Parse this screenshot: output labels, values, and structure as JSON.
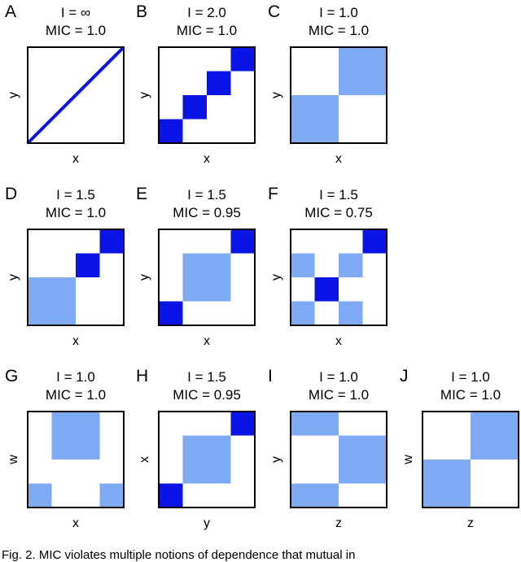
{
  "colors": {
    "dark_blue": "#0a14e6",
    "light_blue": "#7faaf4",
    "frame": "#000000"
  },
  "panels": [
    {
      "letter": "A",
      "title1": "I = ∞",
      "title2": "MIC = 1.0",
      "xlabel": "x",
      "ylabel": "y",
      "diagonal": true,
      "cells": []
    },
    {
      "letter": "B",
      "title1": "I = 2.0",
      "title2": "MIC = 1.0",
      "xlabel": "x",
      "ylabel": "y",
      "grid": 4,
      "cells": [
        {
          "col": 0,
          "row": 0,
          "tone": "dark"
        },
        {
          "col": 1,
          "row": 1,
          "tone": "dark"
        },
        {
          "col": 2,
          "row": 2,
          "tone": "dark"
        },
        {
          "col": 3,
          "row": 3,
          "tone": "dark"
        }
      ]
    },
    {
      "letter": "C",
      "title1": "I = 1.0",
      "title2": "MIC = 1.0",
      "xlabel": "x",
      "ylabel": "y",
      "grid": 2,
      "cells": [
        {
          "col": 0,
          "row": 0,
          "tone": "light"
        },
        {
          "col": 1,
          "row": 1,
          "tone": "light"
        }
      ]
    },
    {
      "letter": "D",
      "title1": "I = 1.5",
      "title2": "MIC = 1.0",
      "xlabel": "x",
      "ylabel": "y",
      "grid": 4,
      "cells": [
        {
          "col": 0,
          "row": 0,
          "w": 2,
          "h": 2,
          "tone": "light"
        },
        {
          "col": 2,
          "row": 2,
          "tone": "dark"
        },
        {
          "col": 3,
          "row": 3,
          "tone": "dark"
        }
      ]
    },
    {
      "letter": "E",
      "title1": "I = 1.5",
      "title2": "MIC = 0.95",
      "xlabel": "x",
      "ylabel": "y",
      "grid": 4,
      "cells": [
        {
          "col": 0,
          "row": 0,
          "tone": "dark"
        },
        {
          "col": 1,
          "row": 1,
          "w": 2,
          "h": 2,
          "tone": "light"
        },
        {
          "col": 3,
          "row": 3,
          "tone": "dark"
        }
      ]
    },
    {
      "letter": "F",
      "title1": "I = 1.5",
      "title2": "MIC = 0.75",
      "xlabel": "x",
      "ylabel": "y",
      "grid": 4,
      "cells": [
        {
          "col": 0,
          "row": 0,
          "tone": "light"
        },
        {
          "col": 2,
          "row": 0,
          "tone": "light"
        },
        {
          "col": 1,
          "row": 1,
          "tone": "dark"
        },
        {
          "col": 0,
          "row": 2,
          "tone": "light"
        },
        {
          "col": 2,
          "row": 2,
          "tone": "light"
        },
        {
          "col": 3,
          "row": 3,
          "tone": "dark"
        }
      ]
    },
    {
      "letter": "G",
      "title1": "I = 1.0",
      "title2": "MIC = 1.0",
      "xlabel": "x",
      "ylabel": "w",
      "grid": 4,
      "cells": [
        {
          "col": 0,
          "row": 0,
          "tone": "light"
        },
        {
          "col": 3,
          "row": 0,
          "tone": "light"
        },
        {
          "col": 1,
          "row": 2,
          "w": 2,
          "h": 2,
          "tone": "light"
        }
      ]
    },
    {
      "letter": "H",
      "title1": "I = 1.5",
      "title2": "MIC = 0.95",
      "xlabel": "y",
      "ylabel": "x",
      "grid": 4,
      "cells": [
        {
          "col": 0,
          "row": 0,
          "tone": "dark"
        },
        {
          "col": 1,
          "row": 1,
          "w": 2,
          "h": 2,
          "tone": "light"
        },
        {
          "col": 3,
          "row": 3,
          "tone": "dark"
        }
      ]
    },
    {
      "letter": "I",
      "title1": "I = 1.0",
      "title2": "MIC = 1.0",
      "xlabel": "z",
      "ylabel": "y",
      "grid": 4,
      "cells": [
        {
          "col": 0,
          "row": 0,
          "w": 2,
          "tone": "light"
        },
        {
          "col": 2,
          "row": 1,
          "w": 2,
          "h": 2,
          "tone": "light"
        },
        {
          "col": 0,
          "row": 3,
          "w": 2,
          "tone": "light"
        }
      ]
    },
    {
      "letter": "J",
      "title1": "I = 1.0",
      "title2": "MIC = 1.0",
      "xlabel": "z",
      "ylabel": "w",
      "grid": 2,
      "cells": [
        {
          "col": 0,
          "row": 0,
          "tone": "light"
        },
        {
          "col": 1,
          "row": 1,
          "tone": "light"
        }
      ]
    }
  ],
  "caption": "Fig. 2. MIC violates multiple notions of dependence that mutual in"
}
